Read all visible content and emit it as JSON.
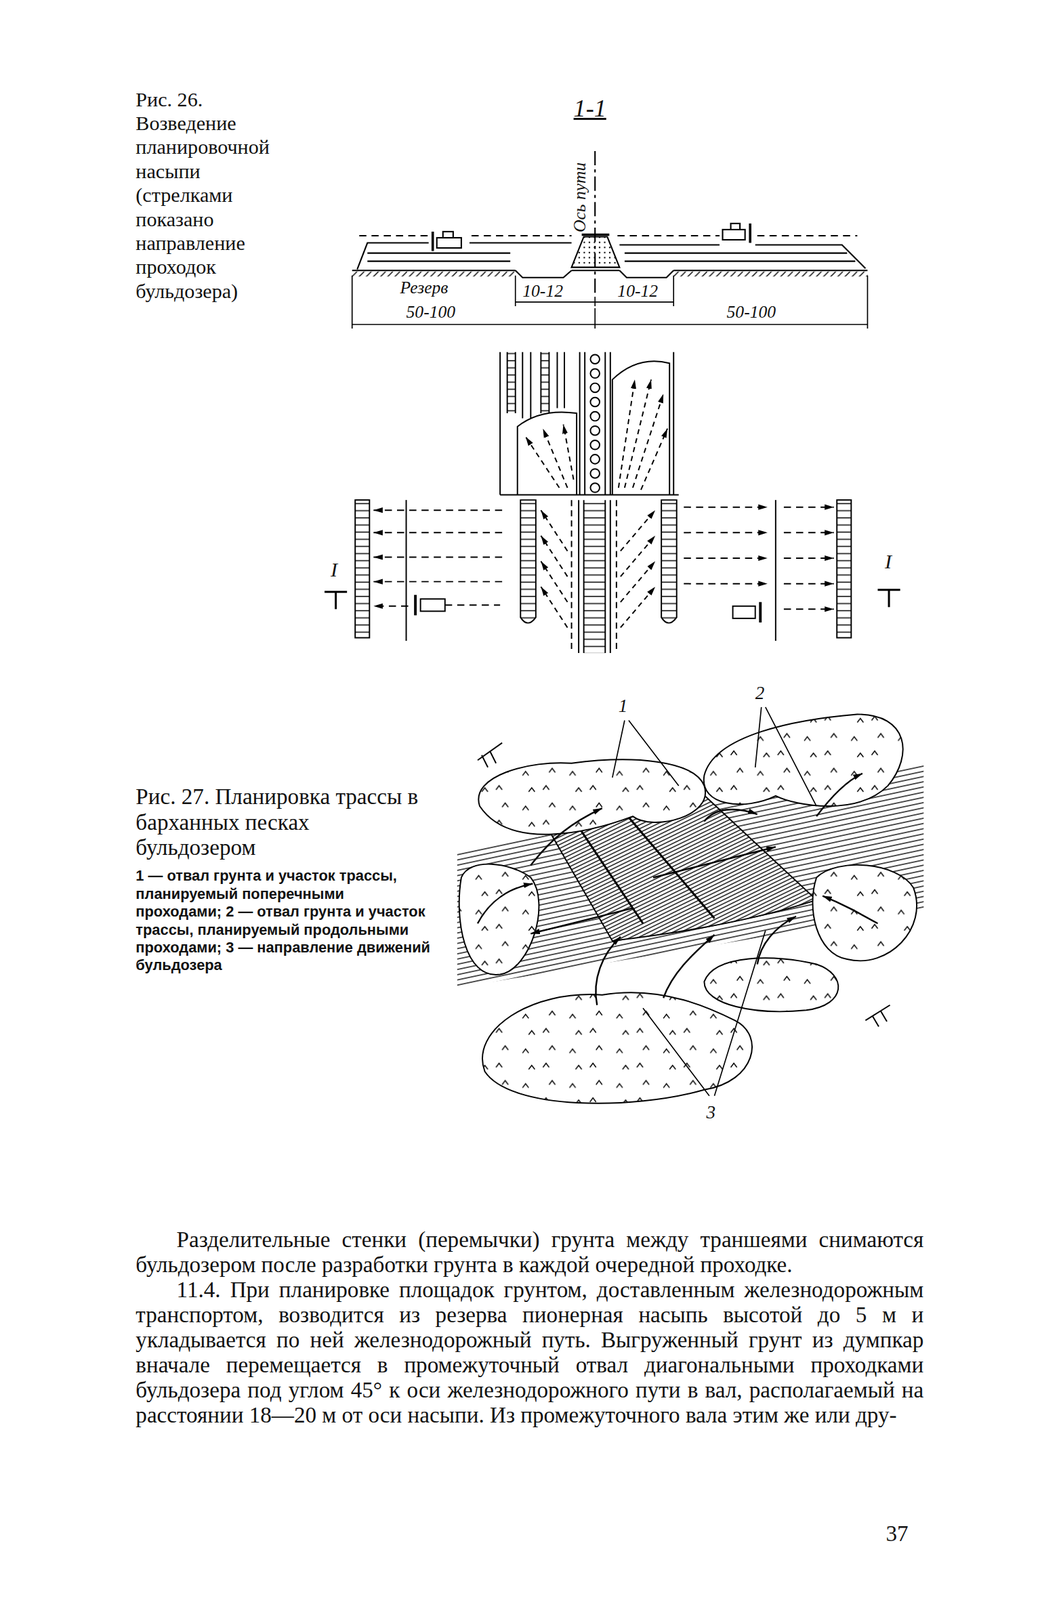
{
  "diagram": {
    "labels": [
      "Рис. 26. Возведение планировочной насыпи (стрелками показано направление проходок бульдозера)",
      "1-1",
      "Ось пути",
      "Резерв",
      "10-12",
      "10-12",
      "50-100",
      "50-100",
      "I",
      "I",
      "Рис. 27. Планировка трассы в барханных песках бульдозером",
      "1 — отвал грунта и участок трассы, планируемый поперечными проходами; 2 — отвал грунта и участок трассы, планируемый продольными проходами; 3 — направление движений бульдозера",
      "1",
      "2",
      "3",
      "Разделительные стенки (перемычки) грунта между траншеями снимаются бульдозером после разработки грунта в каждой очередной проходке.",
      "11.4. При планировке площадок грунтом, доставленным железнодорожным транспортом, возводится из резерва пионерная насыпь высотой до 5 м и укладывается по ней железнодорожный путь. Выгруженный грунт из думпкар вначале перемещается в промежуточный отвал диагональными проходками бульдозера под углом 45° к оси железнодорожного пути в вал, располагаемый на расстоянии 18—20 м от оси насыпи. Из промежуточного вала этим же или дру-",
      "37"
    ]
  }
}
